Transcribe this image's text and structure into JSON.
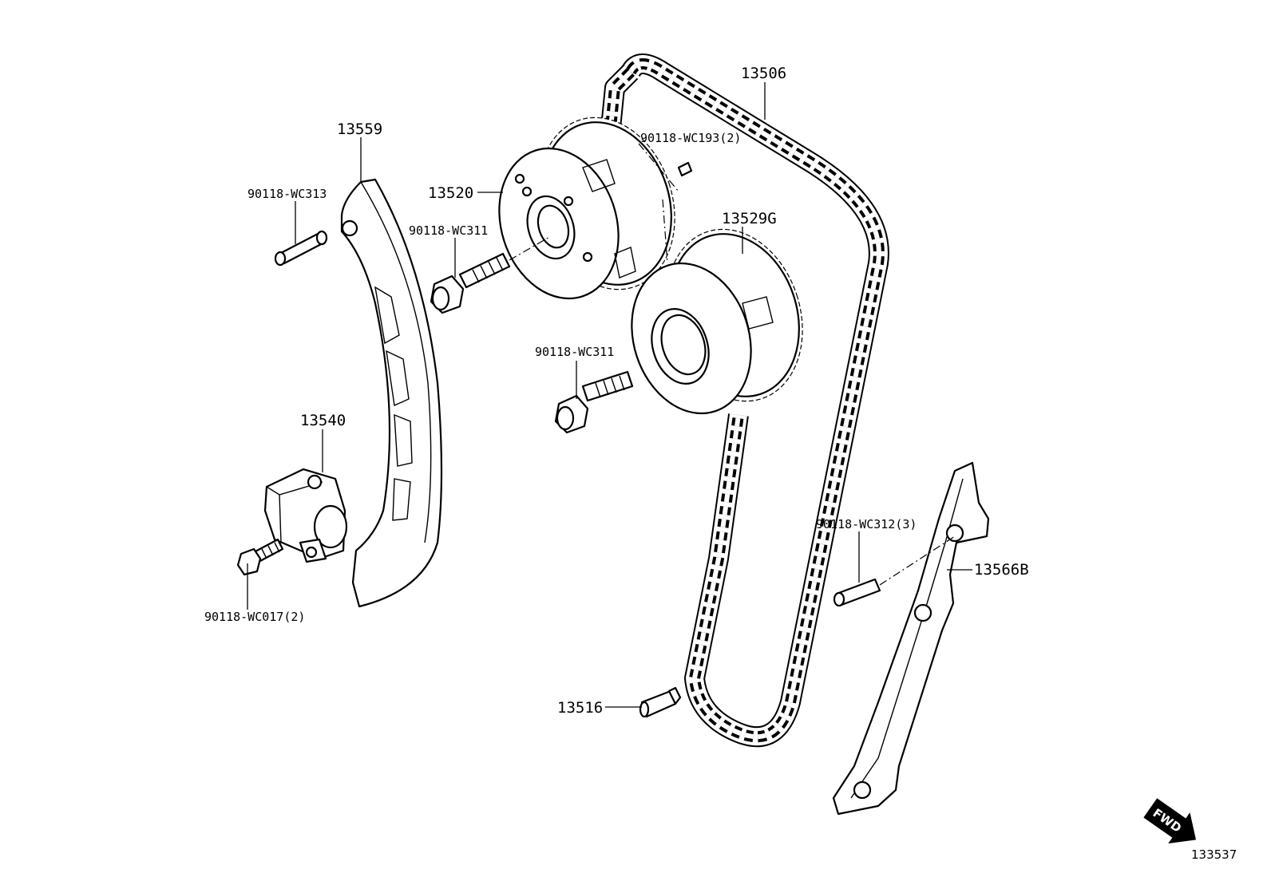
{
  "labels": {
    "p13559": "13559",
    "p90118_wc313": "90118-WC313",
    "p13520": "13520",
    "p90118_wc311_a": "90118-WC311",
    "p13506": "13506",
    "p90118_wc193": "90118-WC193(2)",
    "p13529g": "13529G",
    "p90118_wc311_b": "90118-WC311",
    "p13540": "13540",
    "p90118_wc017": "90118-WC017(2)",
    "p90118_wc312": "90118-WC312(3)",
    "p13566b": "13566B",
    "p13516": "13516"
  },
  "fwd_label": "FWD",
  "reference_number": "133537"
}
